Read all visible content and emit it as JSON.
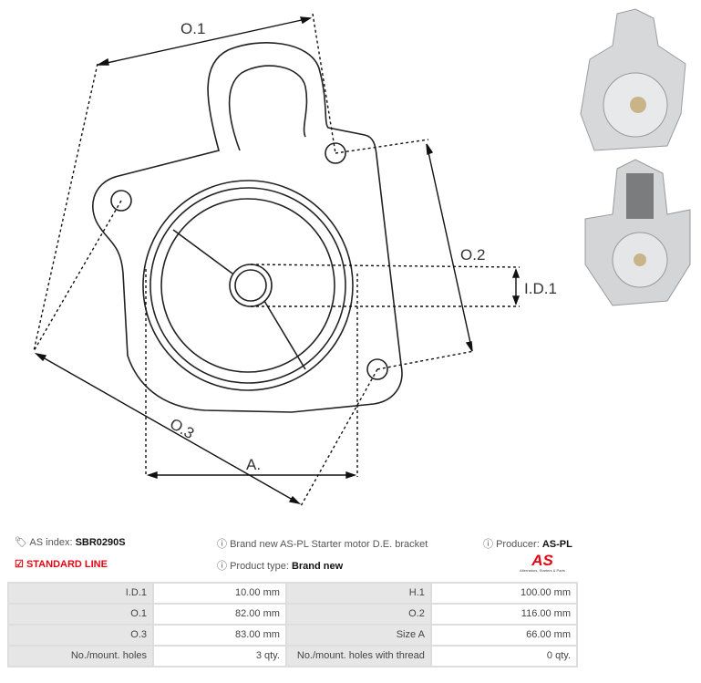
{
  "diagram": {
    "labels": {
      "o1": "O.1",
      "o2": "O.2",
      "o3": "O.3",
      "id1": "I.D.1",
      "a": "A."
    }
  },
  "info": {
    "as_index_label": "AS index:",
    "as_index": "SBR0290S",
    "description": "Brand new AS-PL Starter motor D.E. bracket",
    "producer_label": "Producer:",
    "producer": "AS-PL",
    "line": "STANDARD LINE",
    "product_type_label": "Product type:",
    "product_type": "Brand new",
    "logo_text": "AS",
    "logo_tagline": "Alternators, Starters & Parts"
  },
  "specs": [
    [
      "I.D.1",
      "10.00 mm",
      "H.1",
      "100.00 mm"
    ],
    [
      "O.1",
      "82.00 mm",
      "O.2",
      "116.00 mm"
    ],
    [
      "O.3",
      "83.00 mm",
      "Size A",
      "66.00 mm"
    ],
    [
      "No./mount. holes",
      "3 qty.",
      "No./mount. holes with thread",
      "0 qty."
    ]
  ],
  "colors": {
    "accent": "#e30613"
  }
}
